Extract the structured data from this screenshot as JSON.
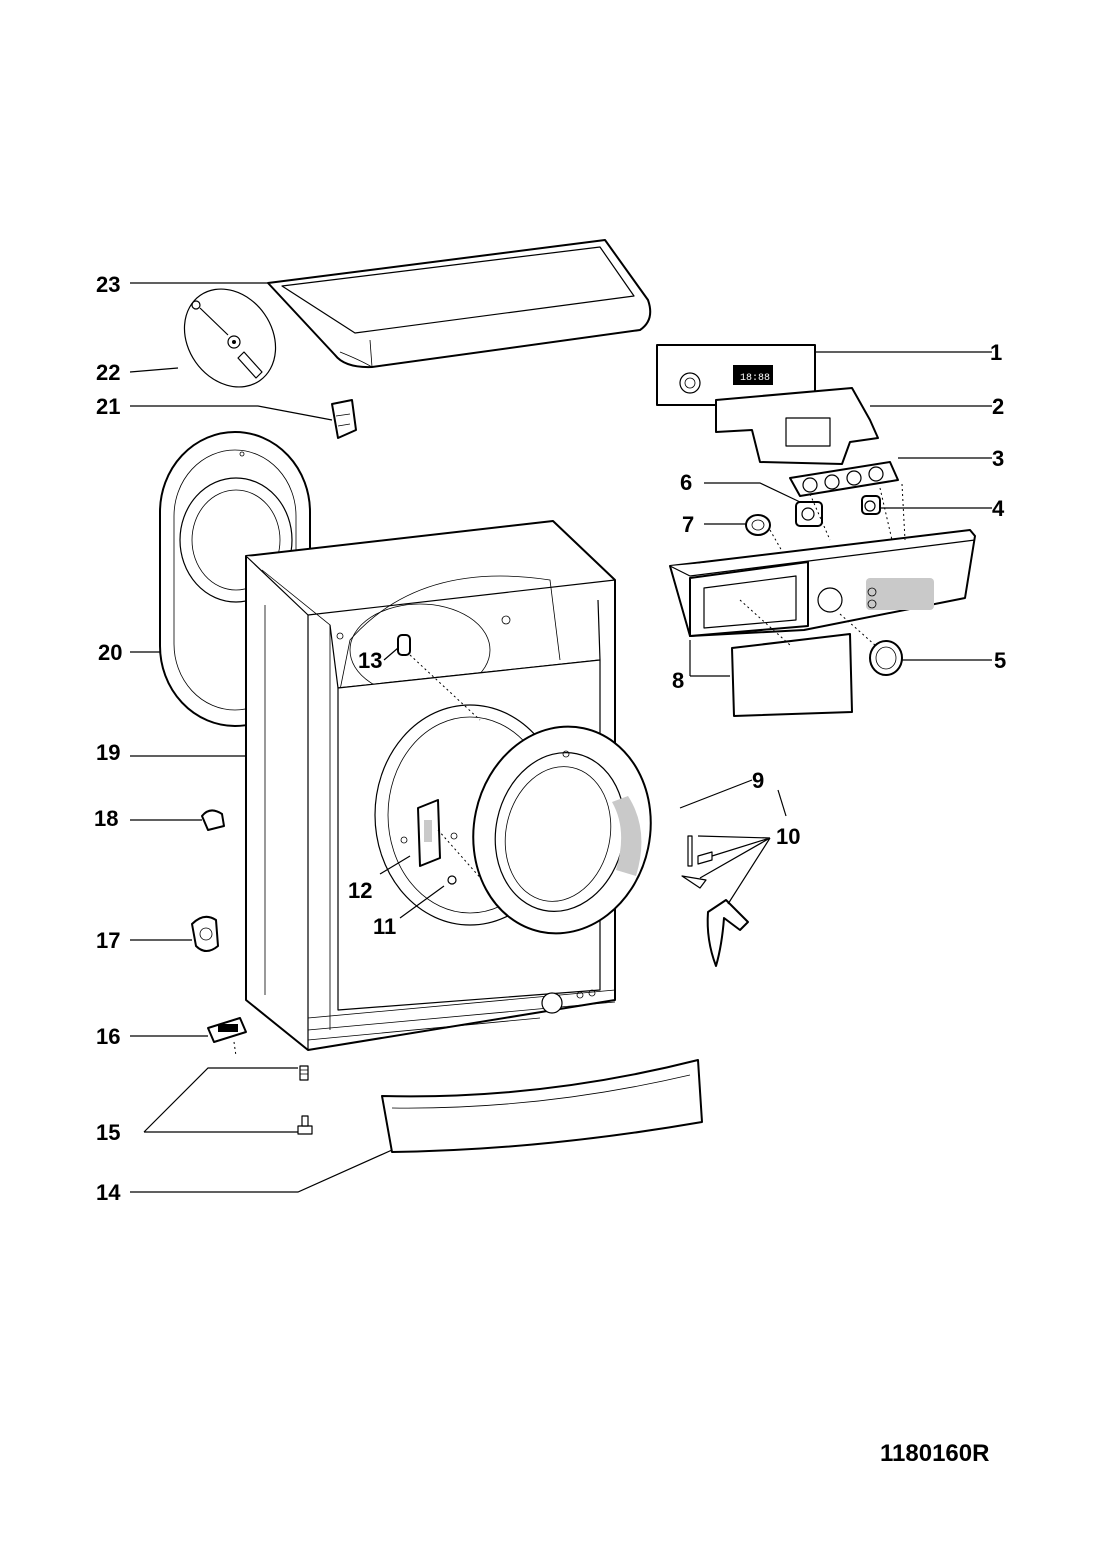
{
  "diagram": {
    "callouts": [
      "1",
      "2",
      "3",
      "4",
      "5",
      "6",
      "7",
      "8",
      "9",
      "10",
      "11",
      "12",
      "13",
      "14",
      "15",
      "16",
      "17",
      "18",
      "19",
      "20",
      "21",
      "22",
      "23"
    ],
    "display_digits": "18:88",
    "drawing_code": "1180160R"
  },
  "colors": {
    "line": "#000000",
    "background": "#ffffff",
    "panel_grey": "#c9c9c9"
  }
}
